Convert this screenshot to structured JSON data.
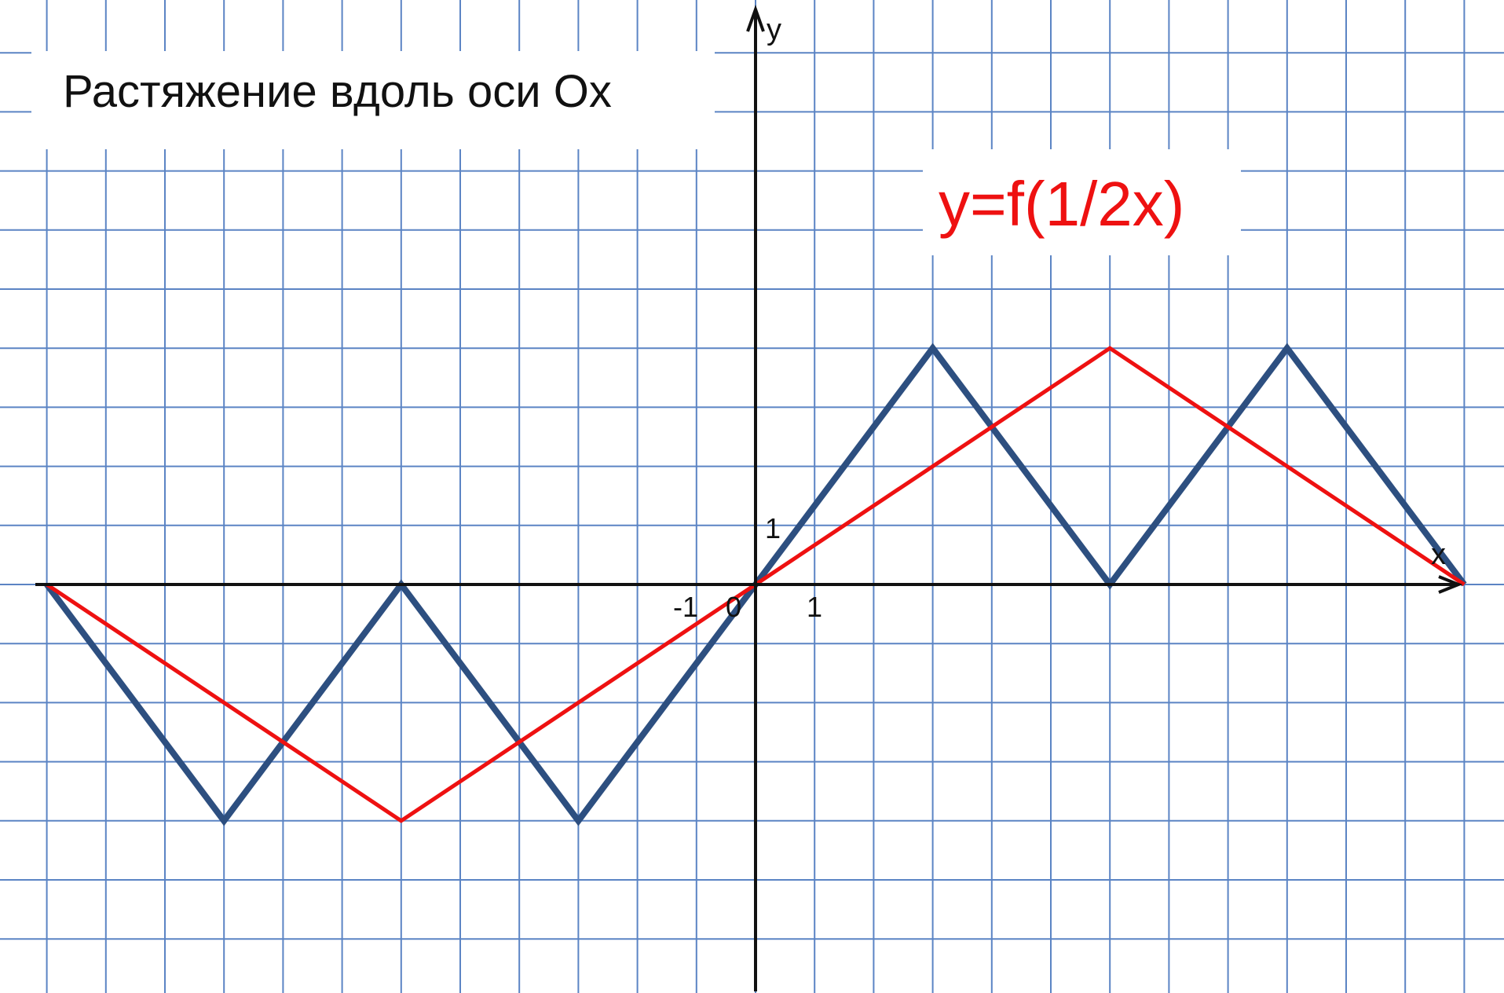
{
  "chart_data": {
    "type": "line",
    "title": "Растяжение вдоль оси Ox",
    "xlabel": "x",
    "ylabel": "y",
    "xlim": [
      -12.5,
      12.3
    ],
    "ylim": [
      -6.8,
      9.9
    ],
    "grid": true,
    "tick_labels": {
      "x": [
        {
          "value": -1,
          "text": "-1"
        },
        {
          "value": 1,
          "text": "1"
        }
      ],
      "y": [
        {
          "value": 1,
          "text": "1"
        }
      ],
      "origin": "0"
    },
    "series": [
      {
        "name": "",
        "color": "#2d4f80",
        "x": [
          -12,
          -9,
          -6,
          -3,
          0,
          3,
          6,
          9,
          12
        ],
        "y": [
          0,
          -4,
          0,
          -4,
          0,
          4,
          0,
          4,
          0
        ]
      },
      {
        "name": "y=f(1/2x)",
        "color": "#ee1111",
        "x": [
          -12,
          -6,
          0,
          6,
          12
        ],
        "y": [
          0,
          -4,
          0,
          4,
          0
        ]
      }
    ],
    "annotations": [
      {
        "text": "y=f(1/2x)",
        "color": "#ee1111"
      }
    ]
  },
  "colors": {
    "grid": "#5b84c4",
    "axes": "#111111"
  }
}
